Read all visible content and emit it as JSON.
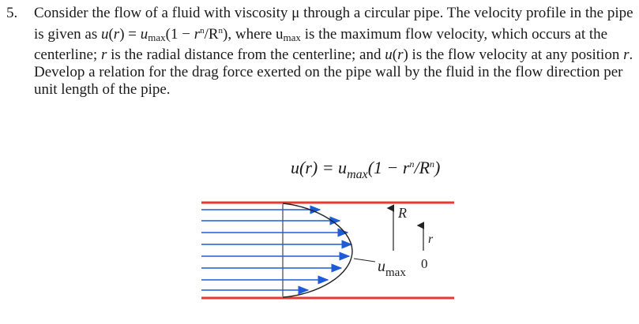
{
  "problem": {
    "number": "5.",
    "t1": "Consider the flow of a fluid with viscosity μ through a circular pipe. The velocity profile in the pipe is given as ",
    "t2": "u",
    "t3": "(",
    "t4": "r",
    "t5": ") = ",
    "t6": "u",
    "t7": "max",
    "t8": "(1 − ",
    "t9": "r",
    "t10": "n",
    "t11": "/R",
    "t12": "n",
    "t13": "), where u",
    "t14": "max",
    "t15": " is the maximum flow velocity, which occurs at the centerline; ",
    "t16": "r",
    "t17": " is the radial distance from the centerline; and ",
    "t18": "u",
    "t19": "(",
    "t20": "r",
    "t21": ") is the flow velocity at any position ",
    "t22": "r",
    "t23": ". Develop a relation for the drag force exerted on the pipe wall by the fluid in the flow direction per unit length of the pipe."
  },
  "figure": {
    "formula_a": "u(r) = u",
    "formula_b": "max",
    "formula_c": "(1 − r",
    "formula_d": "n",
    "formula_e": "/R",
    "formula_f": "n",
    "formula_g": ")",
    "label_R": "R",
    "label_r": "r",
    "label_zero": "0",
    "label_umax_a": "u",
    "label_umax_b": "max",
    "colors": {
      "wall": "#e53935",
      "arrow": "#1e5bd8",
      "profile": "#222222"
    }
  }
}
